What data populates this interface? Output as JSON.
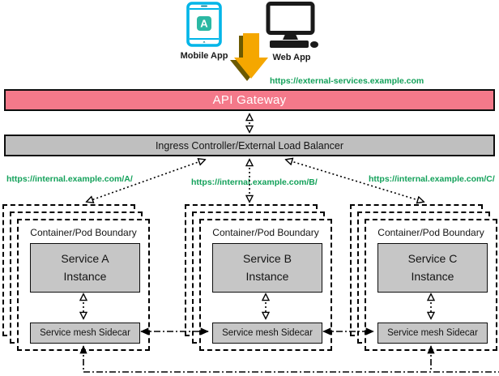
{
  "colors": {
    "gateway_pink": "#F4798A",
    "bar_gray": "#BFBFBF",
    "node_gray": "#C6C6C6",
    "url_green": "#13A15A",
    "phone_cyan": "#00B5E8",
    "app_icon_teal": "#2BB8A3",
    "arrow_gold": "#F5A700"
  },
  "clients": {
    "mobile": {
      "label": "Mobile App"
    },
    "web": {
      "label": "Web App"
    }
  },
  "external_url": "https://external-services.example.com",
  "api_gateway": {
    "label": "API Gateway"
  },
  "ingress": {
    "label": "Ingress Controller/External Load Balancer"
  },
  "routes": [
    {
      "url": "https://internal.example.com/A/"
    },
    {
      "url": "https://internal.example.com/B/"
    },
    {
      "url": "https://internal.example.com/C/"
    }
  ],
  "pods": [
    {
      "boundary": "Container/Pod Boundary",
      "service": "Service A",
      "instance": "Instance",
      "sidecar": "Service mesh Sidecar"
    },
    {
      "boundary": "Container/Pod Boundary",
      "service": "Service B",
      "instance": "Instance",
      "sidecar": "Service mesh Sidecar"
    },
    {
      "boundary": "Container/Pod Boundary",
      "service": "Service C",
      "instance": "Instance",
      "sidecar": "Service mesh Sidecar"
    }
  ]
}
